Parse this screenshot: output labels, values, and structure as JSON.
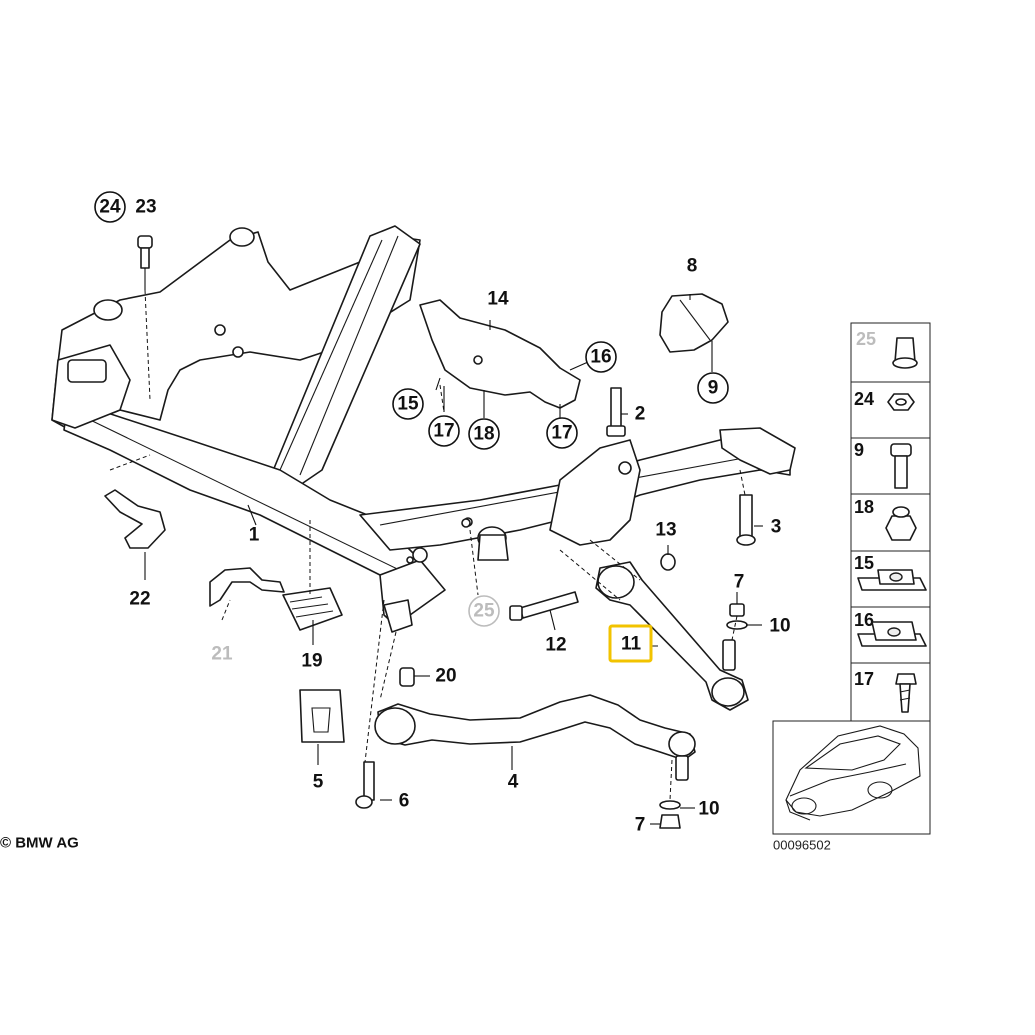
{
  "copyright": "© BMW AG",
  "diagram_id": "00096502",
  "callouts": {
    "c1": "1",
    "c2": "2",
    "c3": "3",
    "c4": "4",
    "c5": "5",
    "c6": "6",
    "c7a": "7",
    "c7b": "7",
    "c8": "8",
    "c9": "9",
    "c10a": "10",
    "c10b": "10",
    "c11": "11",
    "c12": "12",
    "c13": "13",
    "c14": "14",
    "c15": "15",
    "c16": "16",
    "c17a": "17",
    "c17b": "17",
    "c18": "18",
    "c19": "19",
    "c20": "20",
    "c21": "21",
    "c22": "22",
    "c23": "23",
    "c24": "24",
    "c25": "25"
  },
  "legend": [
    {
      "number": "25",
      "muted": true
    },
    {
      "number": "24",
      "muted": false
    },
    {
      "number": "9",
      "muted": false
    },
    {
      "number": "18",
      "muted": false
    },
    {
      "number": "15",
      "muted": false
    },
    {
      "number": "16",
      "muted": false
    },
    {
      "number": "17",
      "muted": false
    }
  ],
  "highlight": "11"
}
